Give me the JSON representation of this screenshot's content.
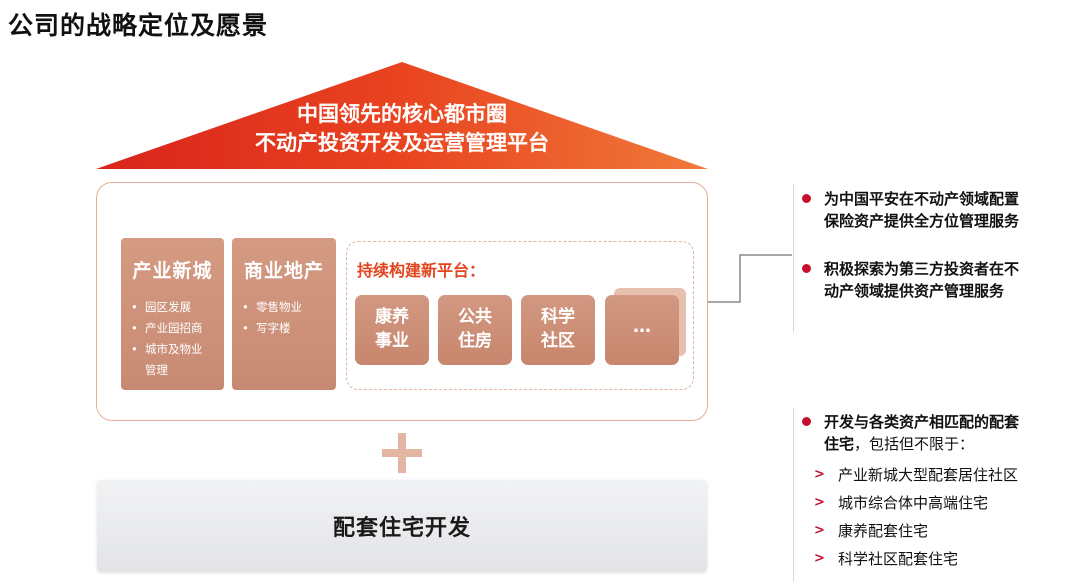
{
  "page": {
    "title": "公司的战略定位及愿景"
  },
  "roof": {
    "line1": "中国领先的核心都市圈",
    "line2": "不动产投资开发及运营管理平台"
  },
  "pillars": [
    {
      "title": "产业新城",
      "items": [
        "园区发展",
        "产业园招商",
        "城市及物业",
        "管理"
      ]
    },
    {
      "title": "商业地产",
      "items": [
        "零售物业",
        "写字楼"
      ]
    }
  ],
  "new_platform": {
    "title": "持续构建新平台：",
    "tiles": [
      {
        "line1": "康养",
        "line2": "事业"
      },
      {
        "line1": "公共",
        "line2": "住房"
      },
      {
        "line1": "科学",
        "line2": "社区"
      }
    ],
    "more": "…"
  },
  "housing": {
    "label": "配套住宅开发"
  },
  "right_top": [
    {
      "line1": "为中国平安在不动产领域配置",
      "line2": "保险资产提供全方位管理服务"
    },
    {
      "line1": "积极探索为第三方投资者在不",
      "line2": "动产领域提供资产管理服务"
    }
  ],
  "right_bottom": {
    "line1": "开发与各类资产相匹配的配套",
    "line2_bold": "住宅",
    "line2_normal": "，包括但不限于：",
    "items": [
      "产业新城大型配套居住社区",
      "城市综合体中高端住宅",
      "康养配套住宅",
      "科学社区配套住宅"
    ]
  },
  "colors": {
    "accent_red": "#c8102e",
    "roof_orange": "#e8431f",
    "tile_brown": "#c88a72"
  },
  "icons": {
    "plus": "plus-icon",
    "bullet": "red-dot-icon",
    "chevron": "chevron-right-icon"
  }
}
